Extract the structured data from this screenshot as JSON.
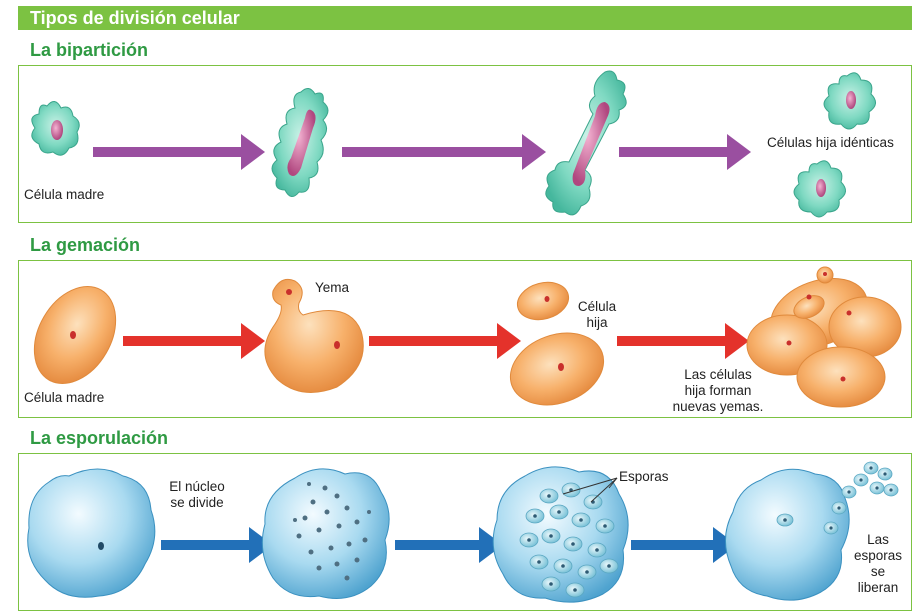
{
  "title": "Tipos de división celular",
  "sections": {
    "biparticion": {
      "title": "La bipartición",
      "labels": {
        "mother": "Célula madre",
        "daughters": "Células hija idénticas"
      }
    },
    "gemacion": {
      "title": "La gemación",
      "labels": {
        "mother": "Célula madre",
        "bud": "Yema",
        "daughter_1": "Célula",
        "daughter_2": "hija",
        "new_1": "Las células",
        "new_2": "hija forman",
        "new_3": "nuevas yemas."
      }
    },
    "esporulacion": {
      "title": "La esporulación",
      "labels": {
        "divide_1": "El núcleo",
        "divide_2": "se divide",
        "spores": "Esporas",
        "release_1": "Las",
        "release_2": "esporas",
        "release_3": "se",
        "release_4": "liberan"
      }
    }
  },
  "colors": {
    "green_accent": "#7cc242",
    "section_title": "#2f9a43",
    "arrow_purple": "#9a4fa0",
    "arrow_red": "#e4322b",
    "arrow_blue": "#2270b8",
    "amoeba_cell": "#6fd0b8",
    "yeast_cell": "#f5a55a",
    "spore_cell": "#9dd3ea"
  }
}
